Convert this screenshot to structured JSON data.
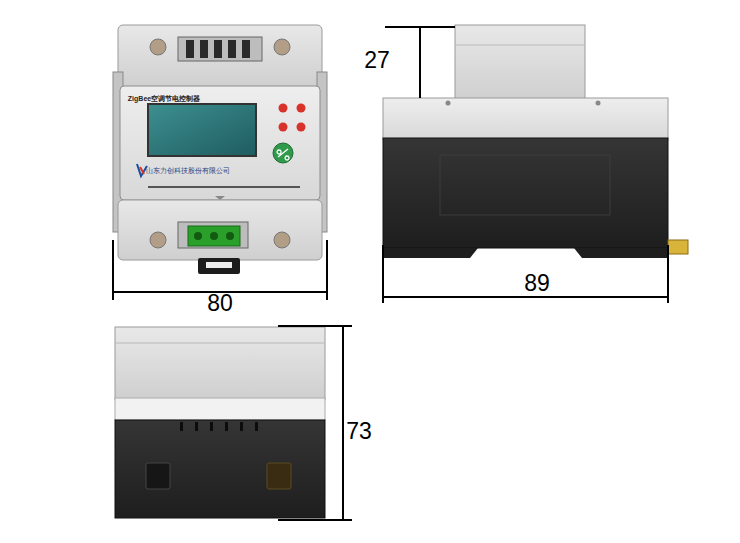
{
  "diagram": {
    "labels": [
      "ZigBee空调节电控制器",
      "山东力创科技股份有限公司",
      "27",
      "80",
      "89",
      "73"
    ]
  }
}
